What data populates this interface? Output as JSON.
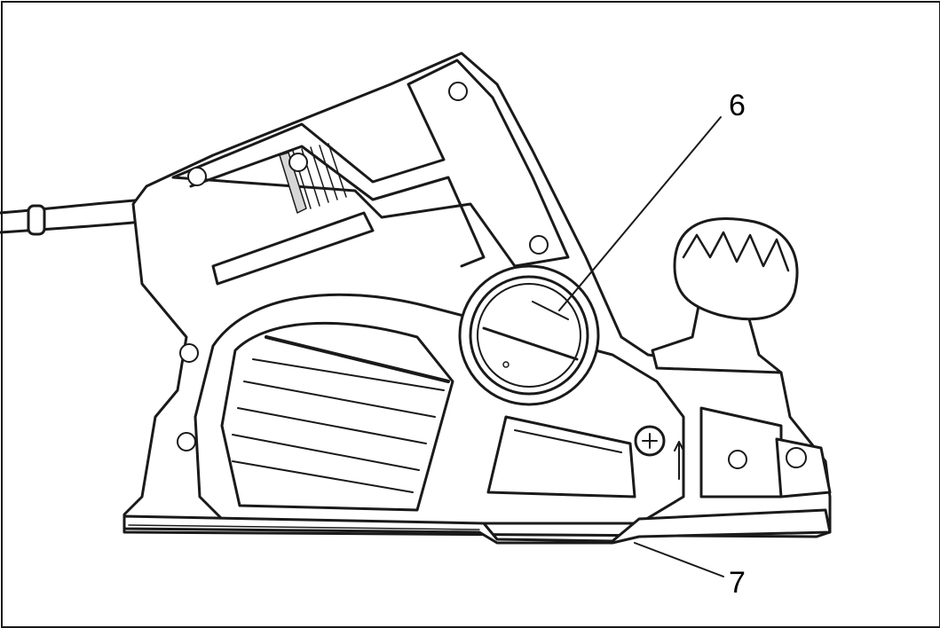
{
  "callouts": [
    {
      "id": "6",
      "label": "6"
    },
    {
      "id": "7",
      "label": "7"
    }
  ],
  "colors": {
    "line": "#1a1a1a",
    "fill": "#ffffff",
    "shade": "#d6d6d6"
  }
}
